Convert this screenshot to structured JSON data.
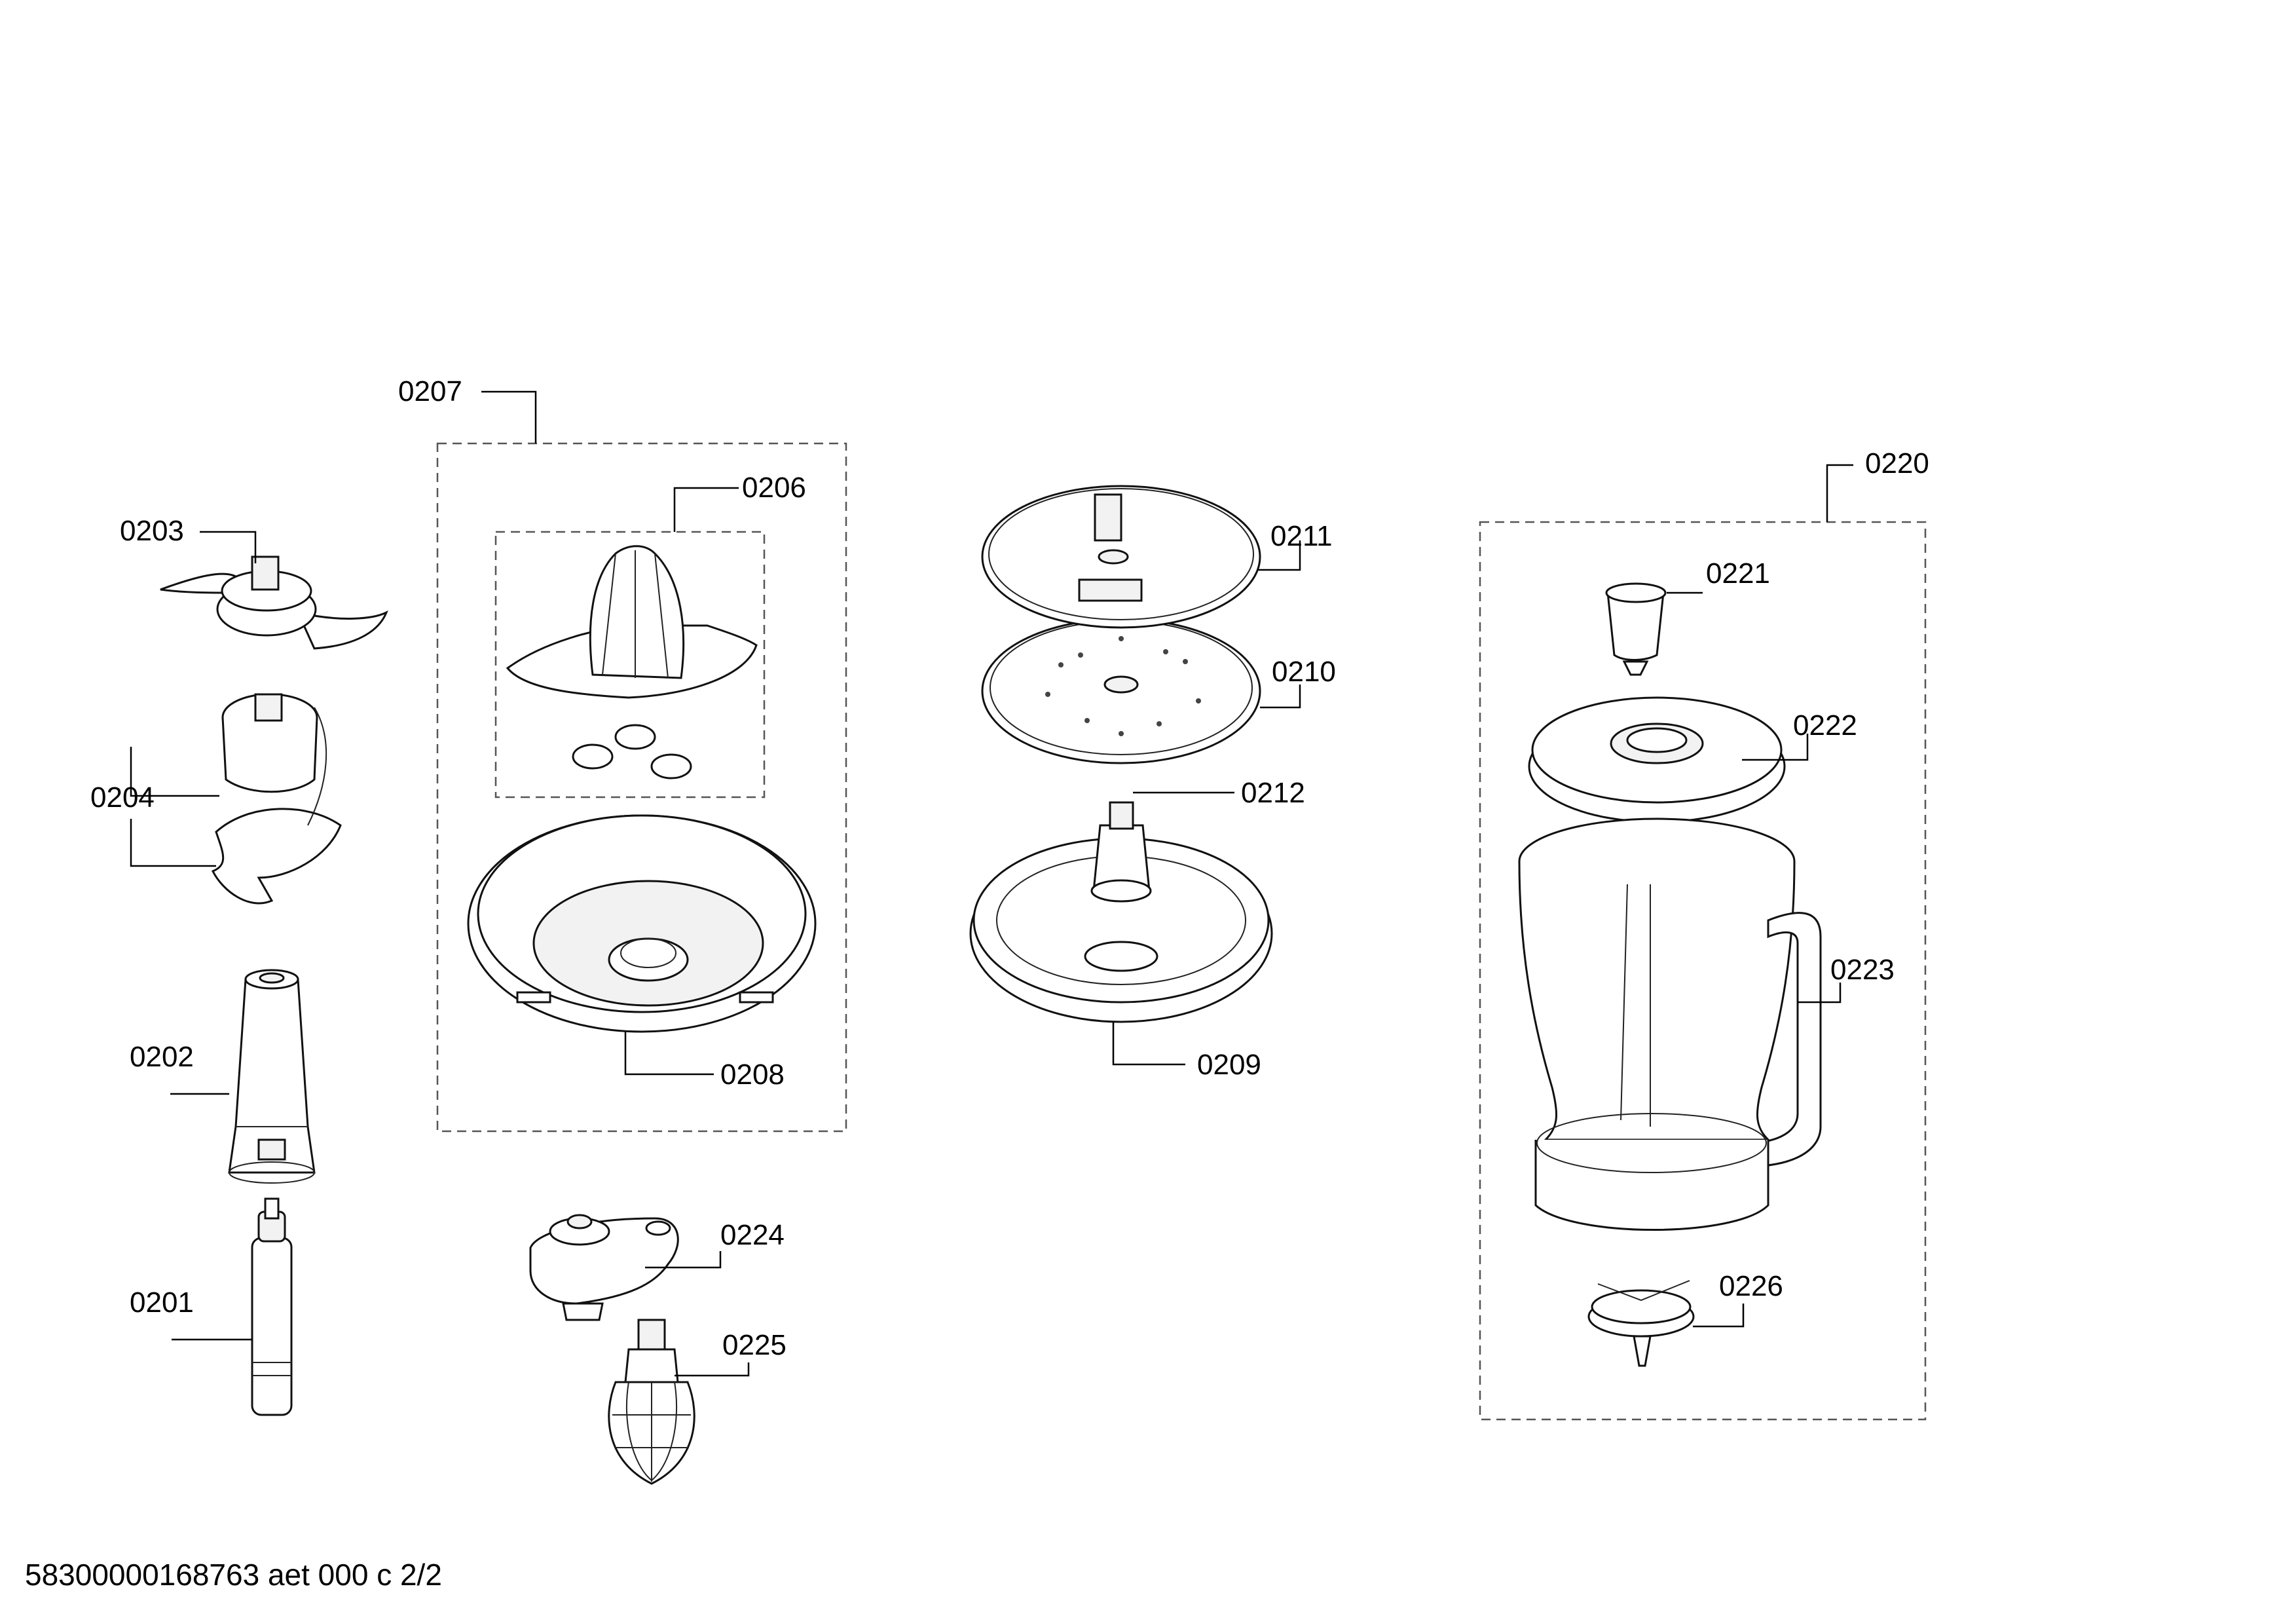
{
  "parts": {
    "p0201": "0201",
    "p0202": "0202",
    "p0203": "0203",
    "p0204": "0204",
    "p0206": "0206",
    "p0207": "0207",
    "p0208": "0208",
    "p0209": "0209",
    "p0210": "0210",
    "p0211": "0211",
    "p0212": "0212",
    "p0220": "0220",
    "p0221": "0221",
    "p0222": "0222",
    "p0223": "0223",
    "p0224": "0224",
    "p0225": "0225",
    "p0226": "0226"
  },
  "footer": "58300000168763 aet 000 c 2/2"
}
